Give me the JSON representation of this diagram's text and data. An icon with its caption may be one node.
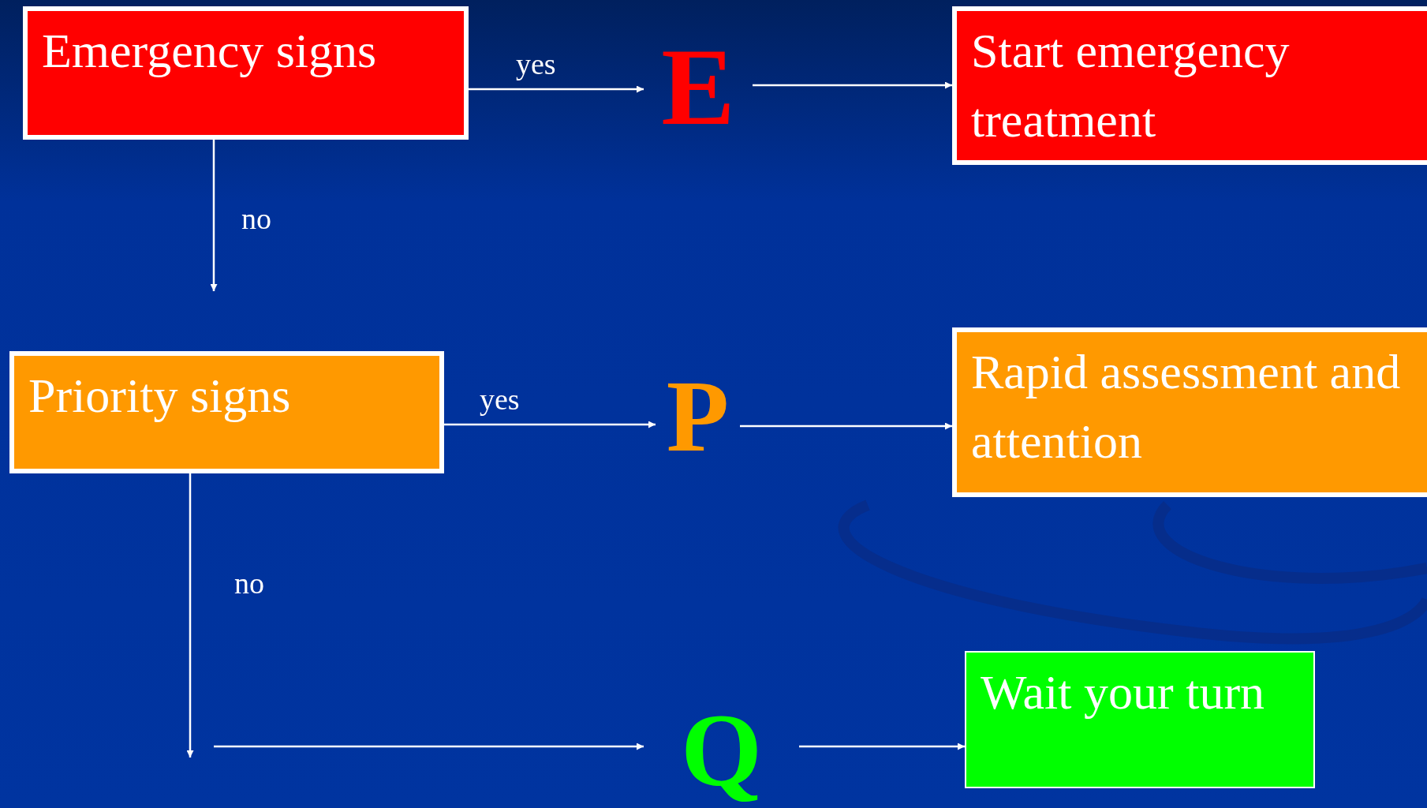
{
  "diagram": {
    "nodes": [
      {
        "text": [
          "Emergency signs"
        ]
      },
      {
        "text": [
          "E"
        ]
      },
      {
        "text": [
          "Start emergency treatment"
        ]
      },
      {
        "text": [
          "Priority signs"
        ]
      },
      {
        "text": [
          "P"
        ]
      },
      {
        "text": [
          "Rapid assessment and attention"
        ]
      },
      {
        "text": [
          "Q"
        ]
      },
      {
        "text": [
          "Wait your turn"
        ]
      }
    ],
    "edges": [
      {
        "from": 0,
        "to": 1,
        "arrow": "to",
        "label": "yes"
      },
      {
        "from": 1,
        "to": 2,
        "arrow": "to"
      },
      {
        "from": 0,
        "to": null,
        "arrow": "to",
        "label": "no"
      },
      {
        "from": 3,
        "to": 4,
        "arrow": "to",
        "label": "yes"
      },
      {
        "from": 4,
        "to": 5,
        "arrow": "to"
      },
      {
        "from": 3,
        "to": null,
        "arrow": "to",
        "label": "no"
      },
      {
        "from": null,
        "to": 6,
        "arrow": "to"
      },
      {
        "from": 6,
        "to": 7,
        "arrow": "to"
      }
    ]
  }
}
